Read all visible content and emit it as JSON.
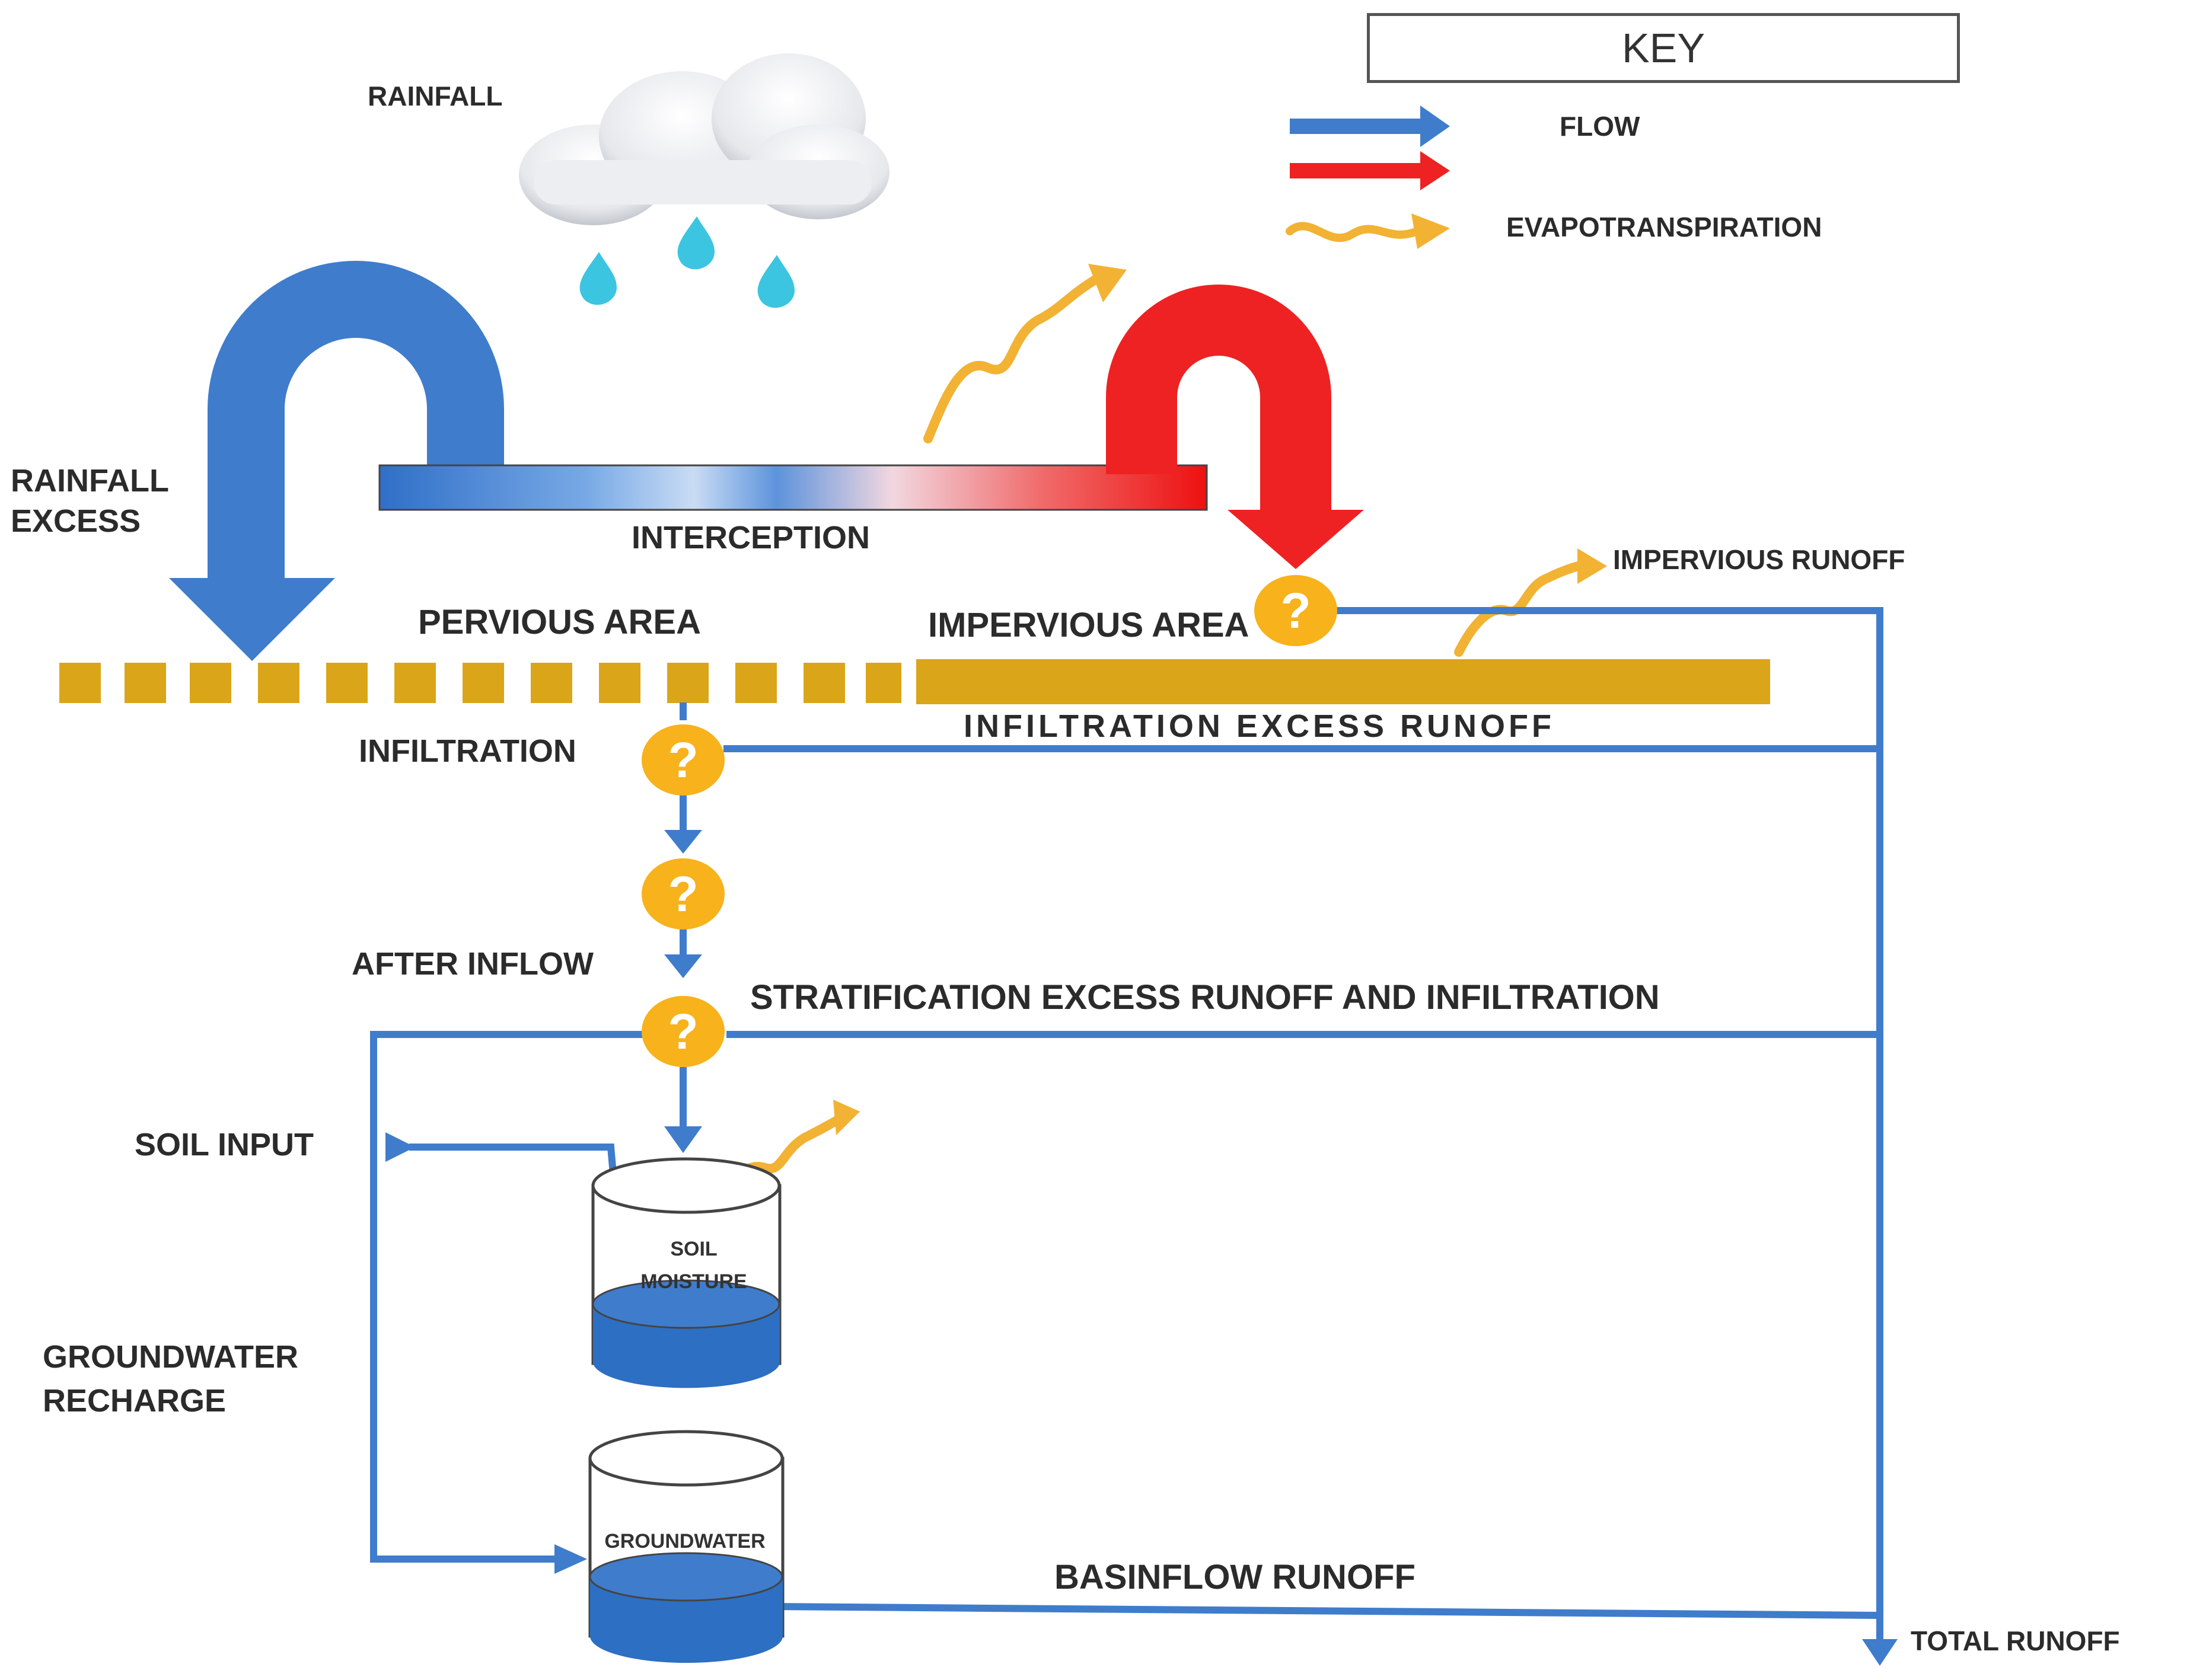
{
  "key": {
    "title": "KEY",
    "flow_label": "FLOW",
    "evapotranspiration_label": "EVAPOTRANSPIRATION"
  },
  "labels": {
    "rainfall": "RAINFALL",
    "rainfall_excess_line1": "RAINFALL",
    "rainfall_excess_line2": "EXCESS",
    "interception": "INTERCEPTION",
    "pervious_area": "PERVIOUS AREA",
    "impervious_area": "IMPERVIOUS AREA",
    "impervious_runoff": "IMPERVIOUS RUNOFF",
    "infiltration": "INFILTRATION",
    "infiltration_excess_runoff": "INFILTRATION EXCESS RUNOFF",
    "after_inflow": "AFTER INFLOW",
    "stratification": "STRATIFICATION EXCESS RUNOFF AND INFILTRATION",
    "soil_input": "SOIL INPUT",
    "groundwater_recharge_line1": "GROUNDWATER",
    "groundwater_recharge_line2": "RECHARGE",
    "soil_moisture_line1": "SOIL",
    "soil_moisture_line2": "MOISTURE",
    "groundwater_tank": "GROUNDWATER",
    "basinflow_runoff": "BASINFLOW RUNOFF",
    "total_runoff": "TOTAL RUNOFF"
  },
  "decision_nodes": {
    "symbol": "?"
  },
  "colors": {
    "flow_blue": "#3f7ccc",
    "flow_red": "#ee2222",
    "evapotranspiration": "#f2b233",
    "surface": "#dba519",
    "decision_node": "#f7b21c",
    "rain_drop": "#3bc5e0"
  }
}
